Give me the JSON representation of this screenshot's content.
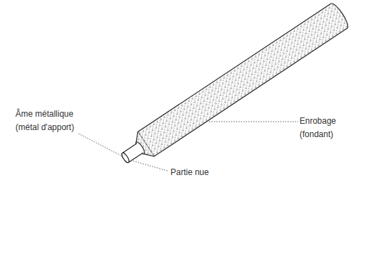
{
  "diagram": {
    "labels": [
      "Enrobage (fondant)",
      "Âme métallique (métal d'apport)",
      "Partie nue"
    ]
  }
}
